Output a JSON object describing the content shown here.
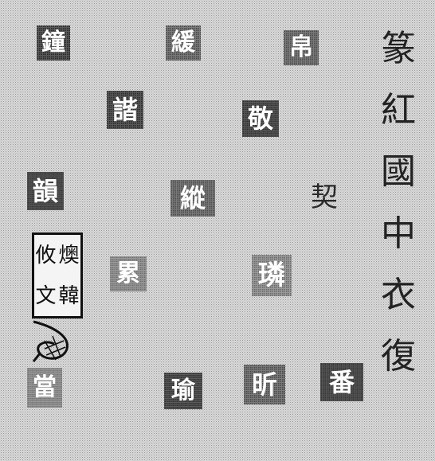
{
  "seals": [
    {
      "id": "r1c1",
      "glyph": "鐘",
      "tone": "dark"
    },
    {
      "id": "r1c2",
      "glyph": "緩",
      "tone": "mid"
    },
    {
      "id": "r1c3",
      "glyph": "帛",
      "tone": "mid"
    },
    {
      "id": "r2c1",
      "glyph": "諧",
      "tone": "dark"
    },
    {
      "id": "r2c2",
      "glyph": "敬",
      "tone": "dark"
    },
    {
      "id": "r3c1",
      "glyph": "韻",
      "tone": "dark"
    },
    {
      "id": "r3c2",
      "glyph": "縱",
      "tone": "mid"
    },
    {
      "id": "r3c3",
      "glyph": "契",
      "tone": "outline"
    },
    {
      "id": "r4c1",
      "glyph": "累",
      "tone": "light"
    },
    {
      "id": "r4c2",
      "glyph": "璘",
      "tone": "light"
    },
    {
      "id": "r5c1",
      "glyph": "當",
      "tone": "light"
    },
    {
      "id": "r5c2",
      "glyph": "瑜",
      "tone": "dark"
    },
    {
      "id": "r5c3",
      "glyph": "昕",
      "tone": "mid"
    },
    {
      "id": "r5c4",
      "glyph": "番",
      "tone": "dark"
    }
  ],
  "boxed_seal": {
    "glyphs": [
      "攸",
      "燠",
      "文",
      "韓"
    ]
  },
  "inscription": {
    "characters": [
      "篆",
      "紅",
      "國",
      "中",
      "衣",
      "復"
    ]
  },
  "colors": {
    "paper": "#d8d8d8",
    "ink": "#222222",
    "seal_dark": "#5a5a5a",
    "seal_mid": "#7a7a7a",
    "seal_light": "#9b9b9b"
  },
  "icons": {
    "shell_mark": "shell-sketch-icon"
  }
}
